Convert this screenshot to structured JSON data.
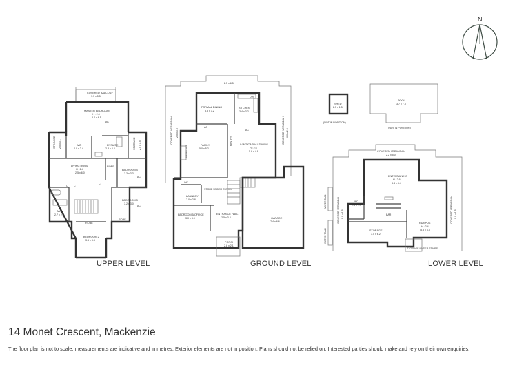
{
  "levels": {
    "upper": "UPPER LEVEL",
    "ground": "GROUND LEVEL",
    "lower": "LOWER LEVEL"
  },
  "compass": {
    "label": "N"
  },
  "rooms": {
    "upper": {
      "covered_balcony": {
        "name": "COVERED BALCONY",
        "dim": "1.7 x 5.5"
      },
      "master_bedroom": {
        "name": "MASTER BEDROOM",
        "h": "H : 2.4",
        "dim": "3.4 x 6.5"
      },
      "storage_left": {
        "name": "STORAGE",
        "h": "H : 1.3",
        "dim": "2.0 x 3.1"
      },
      "wir": {
        "name": "WIR",
        "dim": "2.0 x 2.4"
      },
      "ensuite": {
        "name": "ENSUITE",
        "dim": "2.8 x 3.2"
      },
      "storage_right": {
        "name": "STORAGE",
        "h": "H : 1.3",
        "dim": "2.0 x 3.5"
      },
      "living_room": {
        "name": "LIVING ROOM",
        "h": "H : 2.4",
        "dim": "2.5 x 6.0"
      },
      "robe_upper": {
        "name": "ROBE"
      },
      "bedroom4": {
        "name": "BEDROOM 4",
        "dim": "3.3 x 3.3"
      },
      "bedroom3": {
        "name": "BEDROOM 3",
        "dim": "3.2 x 3.0"
      },
      "bath": {
        "name": "BATH",
        "dim": "2.7 x 2.6"
      },
      "robe_left": {
        "name": "ROBE"
      },
      "robe_right": {
        "name": "ROBE"
      },
      "bedroom2": {
        "name": "BEDROOM 2",
        "dim": "3.6 x 3.3"
      }
    },
    "ground": {
      "top_dim": "2.5 x 6.5",
      "covered_verandah_left": {
        "name": "COVERED VERANDAH",
        "dim": "2.0 x 3.5"
      },
      "formal_dining": {
        "name": "FORMAL DINING",
        "dim": "3.3 x 3.2"
      },
      "kitchen": {
        "name": "KITCHEN",
        "dim": "3.4 x 3.2"
      },
      "dw": "DW",
      "pantry": "PANTRY",
      "family": {
        "name": "FAMILY",
        "dim": "5.0 x 5.2"
      },
      "fireplace": "FIREPLACE",
      "living_casual": {
        "name": "LIVING/CASUAL DINING",
        "h": "H : 2.6",
        "dim": "5.8 x 4.9"
      },
      "covered_verandah_right": {
        "name": "COVERED VERANDAH",
        "dim": "6.0 x 2.0"
      },
      "wc": "WC",
      "store": "STORE UNDER STAIRS",
      "laundry": {
        "name": "LAUNDRY",
        "dim": "2.0 x 2.8"
      },
      "bedroom_office": {
        "name": "BEDROOM 5/OFFICE",
        "dim": "3.0 x 3.9"
      },
      "entrance_hall": {
        "name": "ENTRANCE HALL",
        "dim": "2.5 x 3.2"
      },
      "garage": {
        "name": "GARAGE",
        "dim": "7.4 x 6.6"
      },
      "porch": {
        "name": "PORCH",
        "dim": "2.8 x 2.1"
      }
    },
    "lower": {
      "shed": {
        "name": "SHED",
        "dim": "2.5 x 1.5"
      },
      "shed_note": "(NOT IN POSITION)",
      "pool": {
        "name": "POOL",
        "dim": "3.7 x 7.5"
      },
      "pool_note": "(NOT IN POSITION)",
      "covered_verandah_top": {
        "name": "COVERED VERANDAH",
        "dim": "2.2 x 5.0"
      },
      "entertaining": {
        "name": "ENTERTAINING",
        "h": "H : 2.6",
        "dim": "3.4 x 8.4"
      },
      "covered_verandah_left": {
        "name": "COVERED VERANDAH",
        "dim": "9.0 x 1.5"
      },
      "covered_verandah_right": {
        "name": "COVERED VERANDAH",
        "dim": "9.0 x 1.5"
      },
      "water_tank_1": "WATER TANK",
      "water_tank_2": "WATER TANK",
      "wc": {
        "name": "WC",
        "dim": "2.6 x 1.7"
      },
      "bar": "BAR",
      "rumpus": {
        "name": "RUMPUS",
        "h": "H : 2.4",
        "dim": "5.5 x 3.8"
      },
      "storage": {
        "name": "STORAGE",
        "dim": "3.5 x 6.2"
      },
      "storage_stairs": "STORAGE UNDER STAIRS"
    },
    "ac": "AC",
    "c": "C"
  },
  "address": "14 Monet Crescent, Mackenzie",
  "disclaimer": "The floor plan is not to scale; measurements are indicative and in metres. Exterior elements are not in position. Plans should not be relied on. Interested parties should make and rely on their own enquiries."
}
